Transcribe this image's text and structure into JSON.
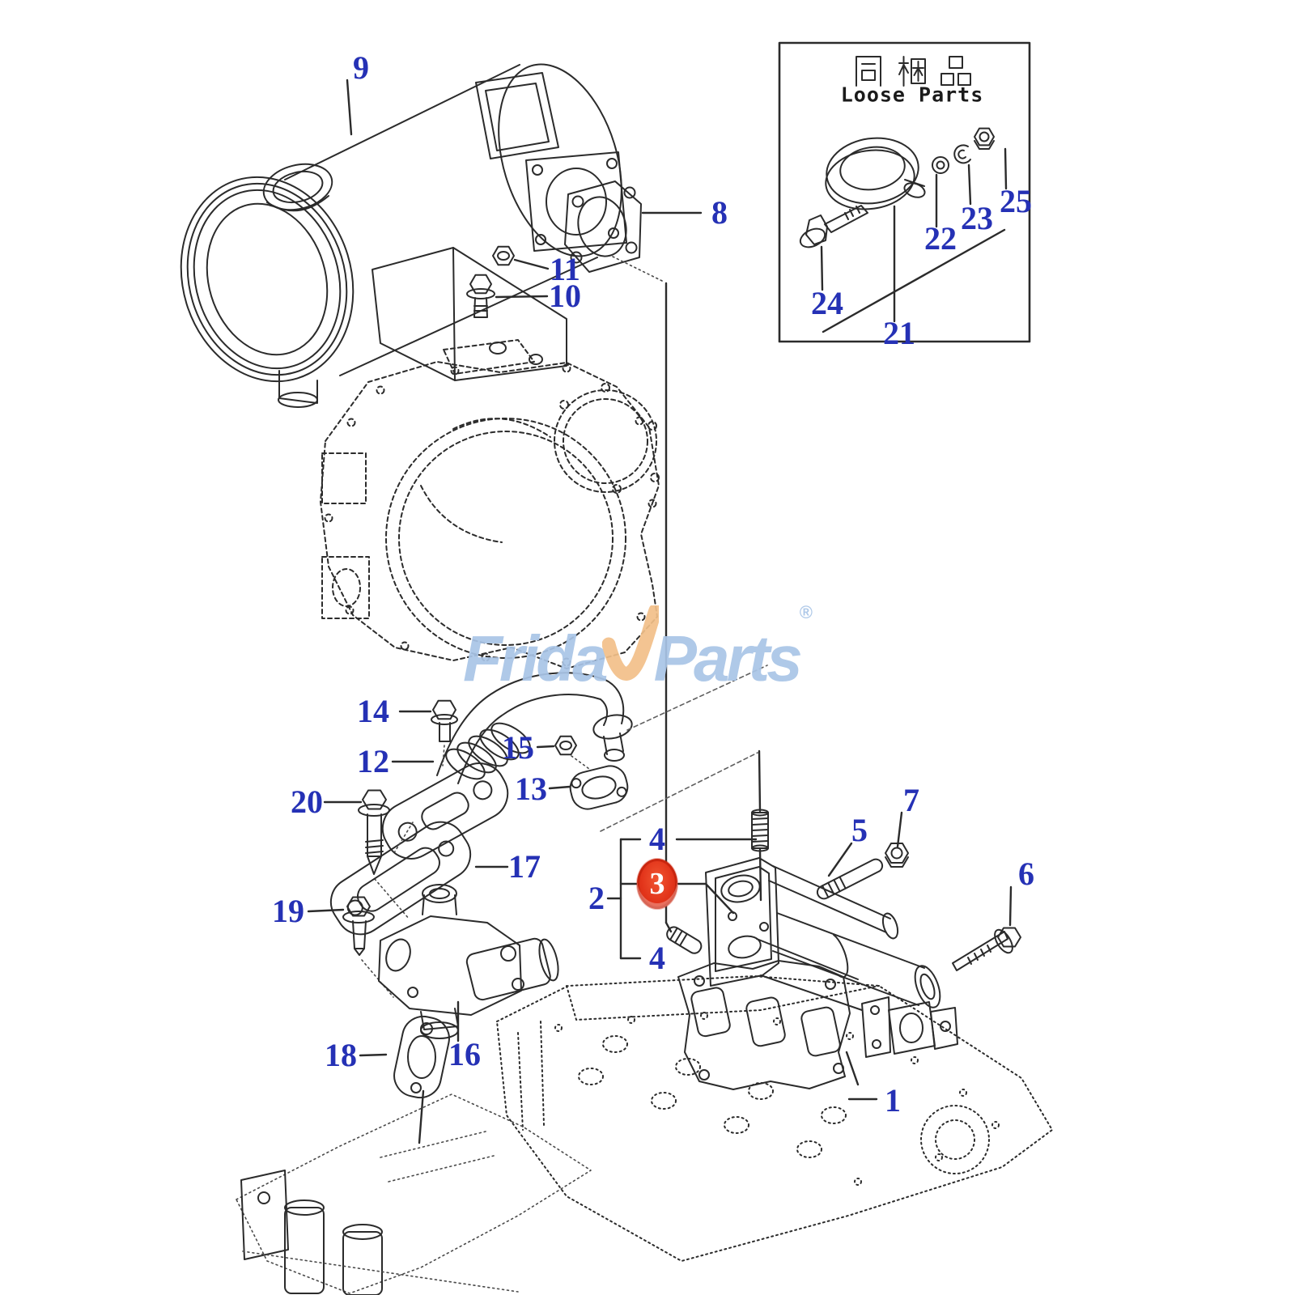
{
  "diagram": {
    "kind": "exploded-parts-diagram",
    "subject": "Engine muffler, EGR pipe and exhaust manifold assembly"
  },
  "watermark": {
    "prefix": "Frida",
    "swoosh_letter": "y",
    "suffix": "Parts",
    "registered": "®",
    "text_color": "#a9c5e7",
    "swoosh_color": "#f2c089"
  },
  "loose_parts": {
    "title_jp": "同梱品",
    "title_en": "Loose Parts",
    "items": [
      "21",
      "22",
      "23",
      "24",
      "25"
    ]
  },
  "highlight": {
    "part": "3",
    "fill": "#e2341a",
    "text_color": "#ffffff"
  },
  "callout_color": "#2531b5",
  "callouts": [
    "1",
    "2",
    "3",
    "4",
    "4",
    "5",
    "6",
    "7",
    "8",
    "9",
    "10",
    "11",
    "12",
    "13",
    "14",
    "15",
    "16",
    "17",
    "18",
    "19",
    "20",
    "21",
    "22",
    "23",
    "24",
    "25"
  ]
}
